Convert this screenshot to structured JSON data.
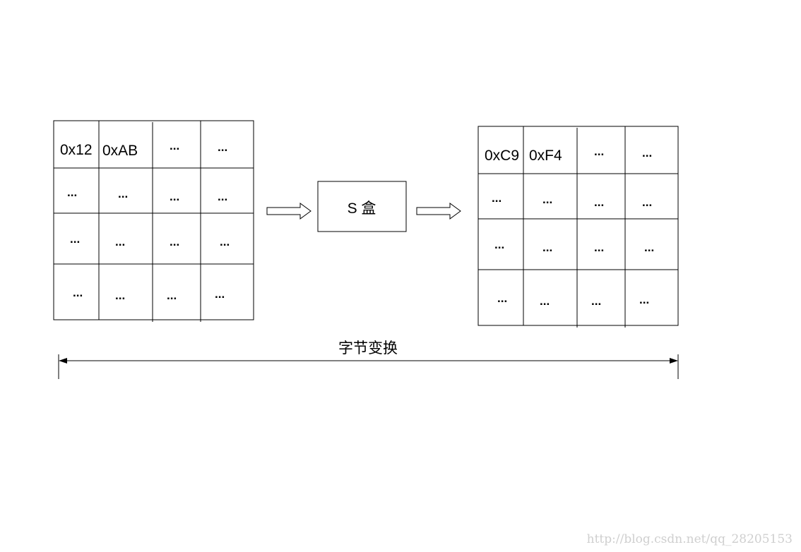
{
  "input_matrix": {
    "rows": [
      [
        "0x12",
        "0xAB",
        "...",
        "..."
      ],
      [
        "...",
        "...",
        "...",
        "..."
      ],
      [
        "...",
        "...",
        "...",
        "..."
      ],
      [
        "...",
        "...",
        "...",
        "..."
      ]
    ]
  },
  "sbox": {
    "label": "S 盒"
  },
  "output_matrix": {
    "rows": [
      [
        "0xC9",
        "0xF4",
        "...",
        "..."
      ],
      [
        "...",
        "...",
        "...",
        "..."
      ],
      [
        "...",
        "...",
        "...",
        "..."
      ],
      [
        "...",
        "...",
        "...",
        "..."
      ]
    ]
  },
  "range": {
    "label": "字节变换"
  },
  "watermark": {
    "text": "http://blog.csdn.net/qq_28205153"
  }
}
